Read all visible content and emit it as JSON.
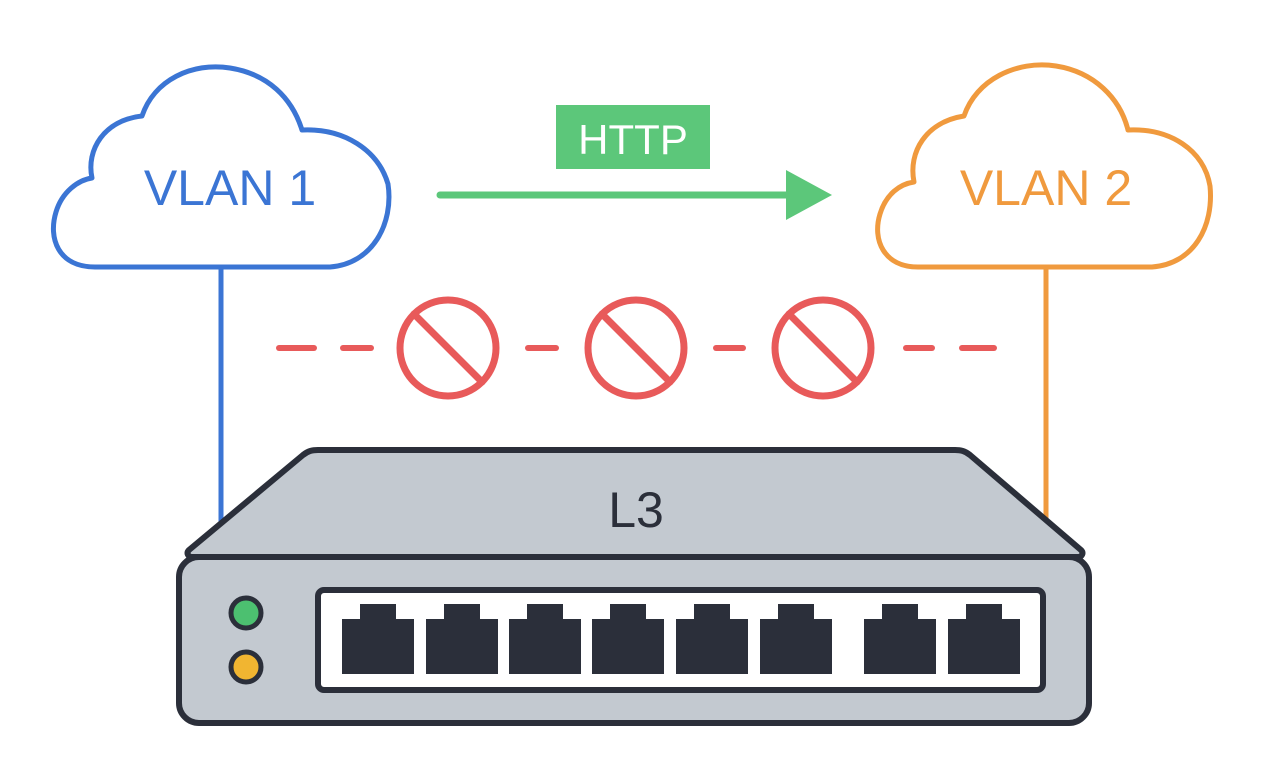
{
  "colors": {
    "vlan1": "#3b75d4",
    "vlan2": "#f09a3e",
    "http": "#5cc77a",
    "blocked": "#e85a5a",
    "switch_body": "#c3c9d0",
    "switch_outline": "#2b2f3a",
    "port": "#2b2f3a",
    "led_green": "#4cc070",
    "led_amber": "#f1b531"
  },
  "clouds": {
    "left": {
      "label": "VLAN 1",
      "icon": "cloud-icon"
    },
    "right": {
      "label": "VLAN 2",
      "icon": "cloud-icon"
    }
  },
  "traffic": {
    "label": "HTTP",
    "direction": "VLAN 1 → VLAN 2",
    "icon": "arrow-right-icon"
  },
  "blocked_link": {
    "icon": "prohibited-icon",
    "count": 3
  },
  "switch": {
    "label": "L3",
    "icon": "network-switch-icon",
    "port_count": 8,
    "leds": [
      "green",
      "amber"
    ]
  }
}
